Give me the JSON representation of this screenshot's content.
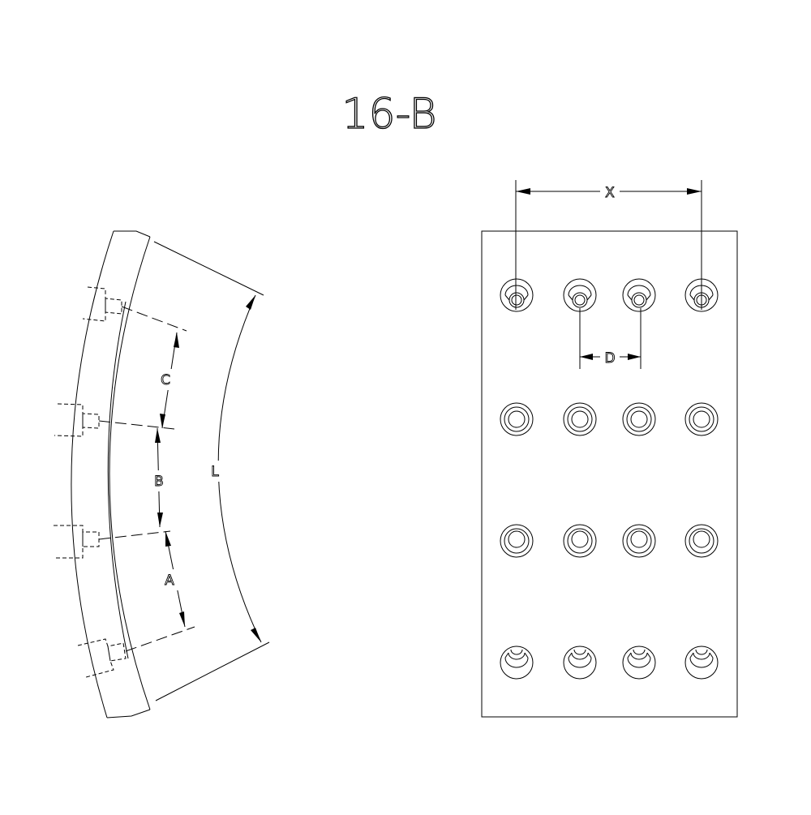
{
  "title": "16-B",
  "side_view": {
    "dimensions": {
      "a": "A",
      "b": "B",
      "c": "C",
      "l": "L"
    }
  },
  "top_view": {
    "dimensions": {
      "x": "X",
      "d": "D"
    },
    "rivet_grid": {
      "rows": 4,
      "columns": 4
    }
  }
}
